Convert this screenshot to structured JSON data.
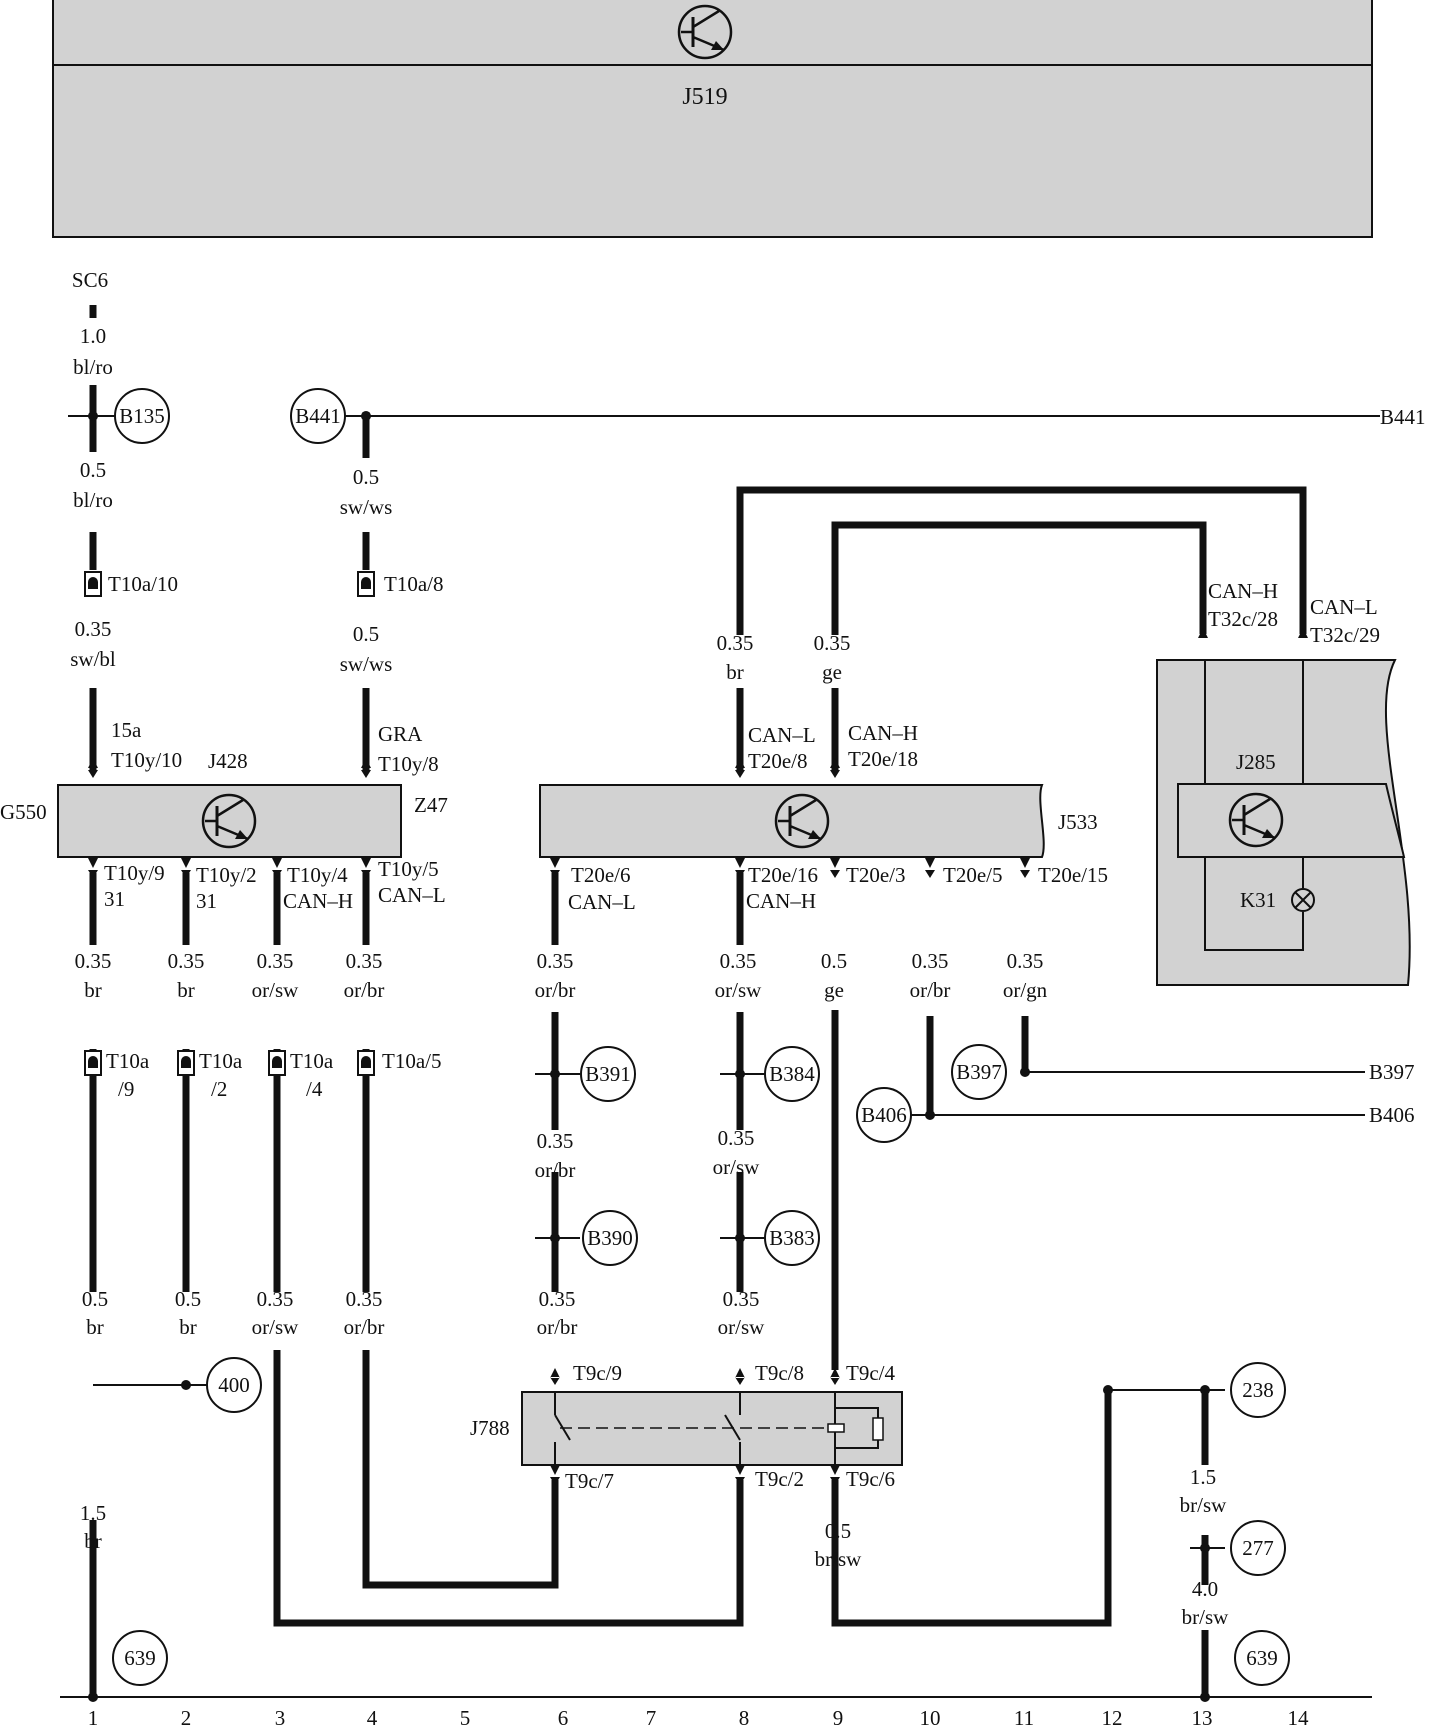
{
  "header": {
    "module_label": "J519"
  },
  "modules": [
    {
      "id": "G550",
      "label": "G550"
    },
    {
      "id": "J428",
      "label": "J428"
    },
    {
      "id": "Z47",
      "label": "Z47"
    },
    {
      "id": "J533",
      "label": "J533"
    },
    {
      "id": "J285",
      "label": "J285"
    },
    {
      "id": "K31",
      "label": "K31"
    },
    {
      "id": "J788",
      "label": "J788"
    }
  ],
  "texts": {
    "sc6": "SC6",
    "w_sc6_size": "1.0",
    "w_sc6_color": "bl/ro",
    "b135_size": "0.5",
    "b135_color": "bl/ro",
    "t10a10": "T10a/10",
    "w1a_size": "0.35",
    "w1a_color": "sw/bl",
    "p15a": "15a",
    "t10y10": "T10y/10",
    "b441_size": "0.5",
    "b441_color": "sw/ws",
    "t10a8": "T10a/8",
    "w4a_size": "0.5",
    "w4a_color": "sw/ws",
    "gra": "GRA",
    "t10y8": "T10y/8",
    "b441_right": "B441",
    "w8a_size": "0.35",
    "w8a_color": "br",
    "w9a_size": "0.35",
    "w9a_color": "ge",
    "can_l_a": "CAN–L",
    "t20e8": "T20e/8",
    "can_h_a": "CAN–H",
    "t20e18": "T20e/18",
    "can_h_b": "CAN–H",
    "t32c28": "T32c/28",
    "can_l_b": "CAN–L",
    "t32c29": "T32c/29",
    "t10y9": "T10y/9",
    "p31a": "31",
    "t10y2": "T10y/2",
    "p31b": "31",
    "t10y4": "T10y/4",
    "can_h_c": "CAN–H",
    "t10y5": "T10y/5",
    "can_l_c": "CAN–L",
    "t20e6": "T20e/6",
    "can_l_d": "CAN–L",
    "t20e16": "T20e/16",
    "can_h_d": "CAN–H",
    "t20e3": "T20e/3",
    "t20e5": "T20e/5",
    "t20e15": "T20e/15",
    "w1b_size": "0.35",
    "w1b_color": "br",
    "w2b_size": "0.35",
    "w2b_color": "br",
    "w3b_size": "0.35",
    "w3b_color": "or/sw",
    "w4b_size": "0.35",
    "w4b_color": "or/br",
    "w6b_size": "0.35",
    "w6b_color": "or/br",
    "w8b_size": "0.35",
    "w8b_color": "or/sw",
    "w9b_size": "0.5",
    "w9b_color": "ge",
    "w10b_size": "0.35",
    "w10b_color": "or/br",
    "w11b_size": "0.35",
    "w11b_color": "or/gn",
    "t10a9a": "T10a",
    "t10a9b": "/9",
    "t10a2a": "T10a",
    "t10a2b": "/2",
    "t10a4a": "T10a",
    "t10a4b": "/4",
    "t10a5": "T10a/5",
    "b397_right": "B397",
    "b406_right": "B406",
    "w6c_size": "0.35",
    "w6c_color": "or/br",
    "w8c_size": "0.35",
    "w8c_color": "or/sw",
    "w1c_size": "0.5",
    "w1c_color": "br",
    "w2c_size": "0.5",
    "w2c_color": "br",
    "w3c_size": "0.35",
    "w3c_color": "or/sw",
    "w4c_size": "0.35",
    "w4c_color": "or/br",
    "w6d_size": "0.35",
    "w6d_color": "or/br",
    "w8d_size": "0.35",
    "w8d_color": "or/sw",
    "t9c9": "T9c/9",
    "t9c8": "T9c/8",
    "t9c4": "T9c/4",
    "t9c7": "T9c/7",
    "t9c2": "T9c/2",
    "t9c6": "T9c/6",
    "w1d_size": "1.5",
    "w1d_color": "br",
    "w9d_size": "0.5",
    "w9d_color": "br/sw",
    "w13a_size": "1.5",
    "w13a_color": "br/sw",
    "w13b_size": "4.0",
    "w13b_color": "br/sw"
  },
  "refs": {
    "b135": "B135",
    "b441": "B441",
    "b391": "B391",
    "b384": "B384",
    "b397": "B397",
    "b406": "B406",
    "b390": "B390",
    "b383": "B383",
    "r400": "400",
    "r238": "238",
    "r277": "277",
    "r639a": "639",
    "r639b": "639"
  },
  "columns": [
    "1",
    "2",
    "3",
    "4",
    "5",
    "6",
    "7",
    "8",
    "9",
    "10",
    "11",
    "12",
    "13",
    "14"
  ]
}
